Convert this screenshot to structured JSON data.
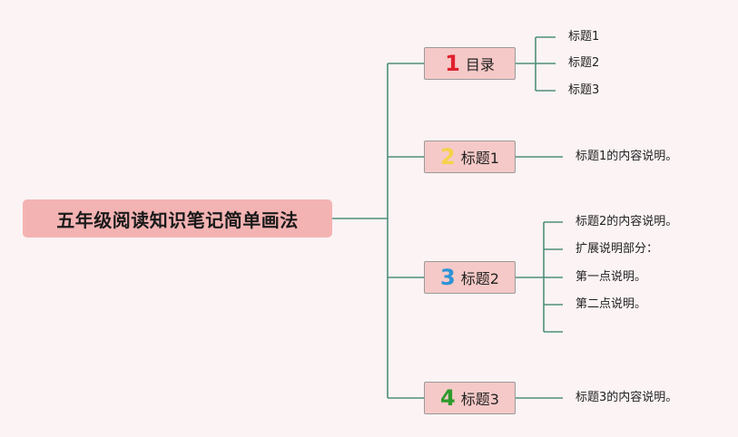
{
  "root": {
    "title": "五年级阅读知识笔记简单画法"
  },
  "branches": [
    {
      "number": "1",
      "number_color": "#e0202e",
      "label": "目录",
      "children": [
        "标题1",
        "标题2",
        "标题3"
      ]
    },
    {
      "number": "2",
      "number_color": "#f6d24a",
      "label": "标题1",
      "children": [
        "标题1的内容说明。"
      ]
    },
    {
      "number": "3",
      "number_color": "#2d93d6",
      "label": "标题2",
      "children": [
        "标题2的内容说明。",
        "扩展说明部分：",
        "第一点说明。",
        "第二点说明。"
      ]
    },
    {
      "number": "4",
      "number_color": "#2c9a2c",
      "label": "标题3",
      "children": [
        "标题3的内容说明。"
      ]
    }
  ],
  "colors": {
    "connector": "#4f8f7a",
    "background": "#fbf3f4",
    "root_fill": "#f4b3b3",
    "branch_fill": "#f5c9c7"
  }
}
